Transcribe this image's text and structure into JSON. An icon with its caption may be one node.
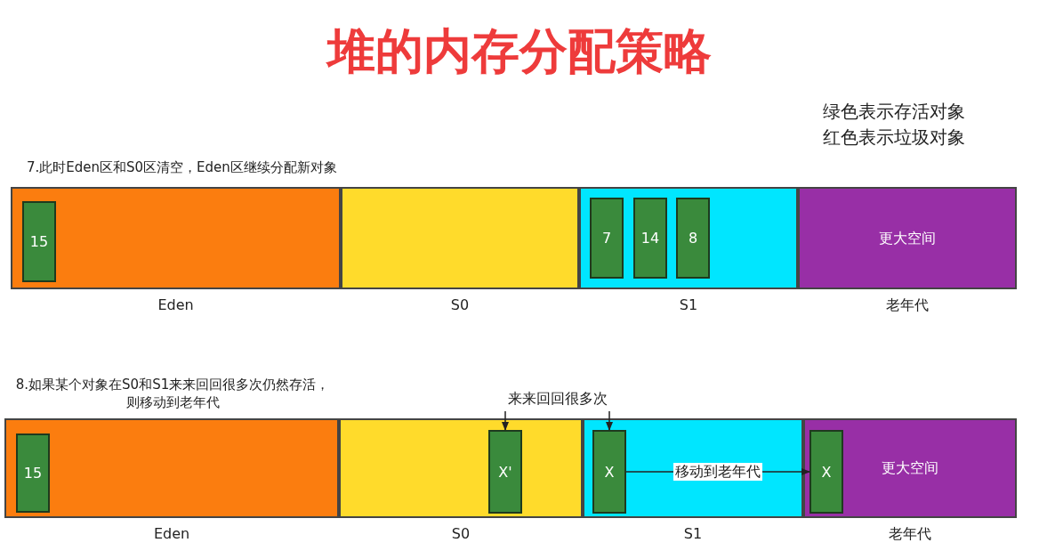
{
  "diagram": {
    "title": "堆的内存分配策略",
    "nodes": [
      {
        "text": [
          "Eden"
        ]
      },
      {
        "text": [
          "15"
        ],
        "in": 0
      },
      {
        "text": [
          "S0"
        ]
      },
      {
        "text": [
          "S1"
        ]
      },
      {
        "text": [
          "7"
        ],
        "in": 3
      },
      {
        "text": [
          "14"
        ],
        "in": 3
      },
      {
        "text": [
          "8"
        ],
        "in": 3
      },
      {
        "text": [
          "更大空间",
          "老年代"
        ]
      },
      {
        "text": [
          "Eden"
        ]
      },
      {
        "text": [
          "15"
        ],
        "in": 8
      },
      {
        "text": [
          "S0"
        ]
      },
      {
        "text": [
          "X'"
        ],
        "in": 10
      },
      {
        "text": [
          "S1"
        ]
      },
      {
        "text": [
          "X"
        ],
        "in": 12
      },
      {
        "text": [
          "更大空间",
          "老年代"
        ]
      },
      {
        "text": [
          "X"
        ],
        "in": 14
      },
      {
        "text": [
          "来来回回很多次"
        ]
      }
    ],
    "edges": [
      {
        "from": 16,
        "to": 11,
        "arrow": "to"
      },
      {
        "from": 16,
        "to": 13,
        "arrow": "to"
      },
      {
        "from": 13,
        "to": 15,
        "arrow": "to",
        "label": "移动到老年代"
      }
    ],
    "labels": [
      "绿色表示存活对象",
      "红色表示垃圾对象",
      "7.此时Eden区和S0区清空，Eden区继续分配新对象",
      "8.如果某个对象在S0和S1来来回回很多次仍然存活，则移动到老年代"
    ]
  }
}
